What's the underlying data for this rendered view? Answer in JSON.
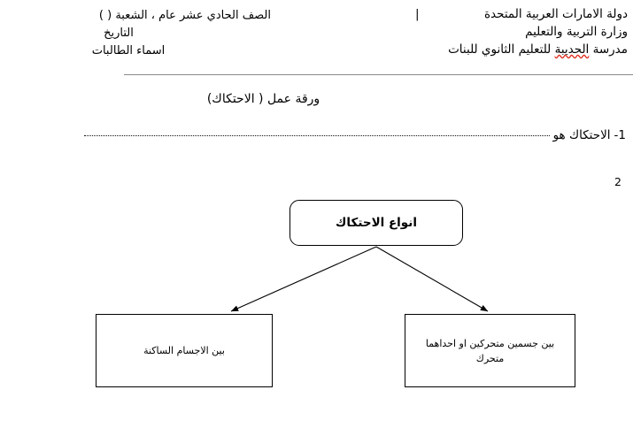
{
  "document": {
    "page_marker": "2"
  },
  "header": {
    "right_block": {
      "line1": "دولة الامارات العربية المتحدة",
      "line2": "وزارة التربية والتعليم",
      "line3_prefix": "مدرسة ",
      "line3_misspelled": "الحديبة",
      "line3_suffix": " للتعليم الثانوي للبنات"
    },
    "left_block": {
      "line1": "الصف الحادي عشر عام ،  الشعبة (      )",
      "line2": "التاريخ",
      "line3": "اسماء الطالبات"
    },
    "corner_bracket": "|"
  },
  "title": {
    "text": "ورقة عمل (  الاحتكاك)"
  },
  "questions": [
    {
      "number": "1-",
      "text": "الاحتكاك هو",
      "answer_value": ""
    }
  ],
  "diagram": {
    "root": {
      "label": "انواع الاحتكاك"
    },
    "leaves": [
      {
        "label": "بين الاجسام الساكنة"
      },
      {
        "label": "بين جسمين متحركين او احداهما متحرك"
      }
    ],
    "colors": {
      "stroke": "#000000",
      "fill": "#ffffff"
    }
  },
  "colors": {
    "text": "#000000",
    "rule": "#8a8a8a",
    "spellcheck": "#e03020"
  }
}
